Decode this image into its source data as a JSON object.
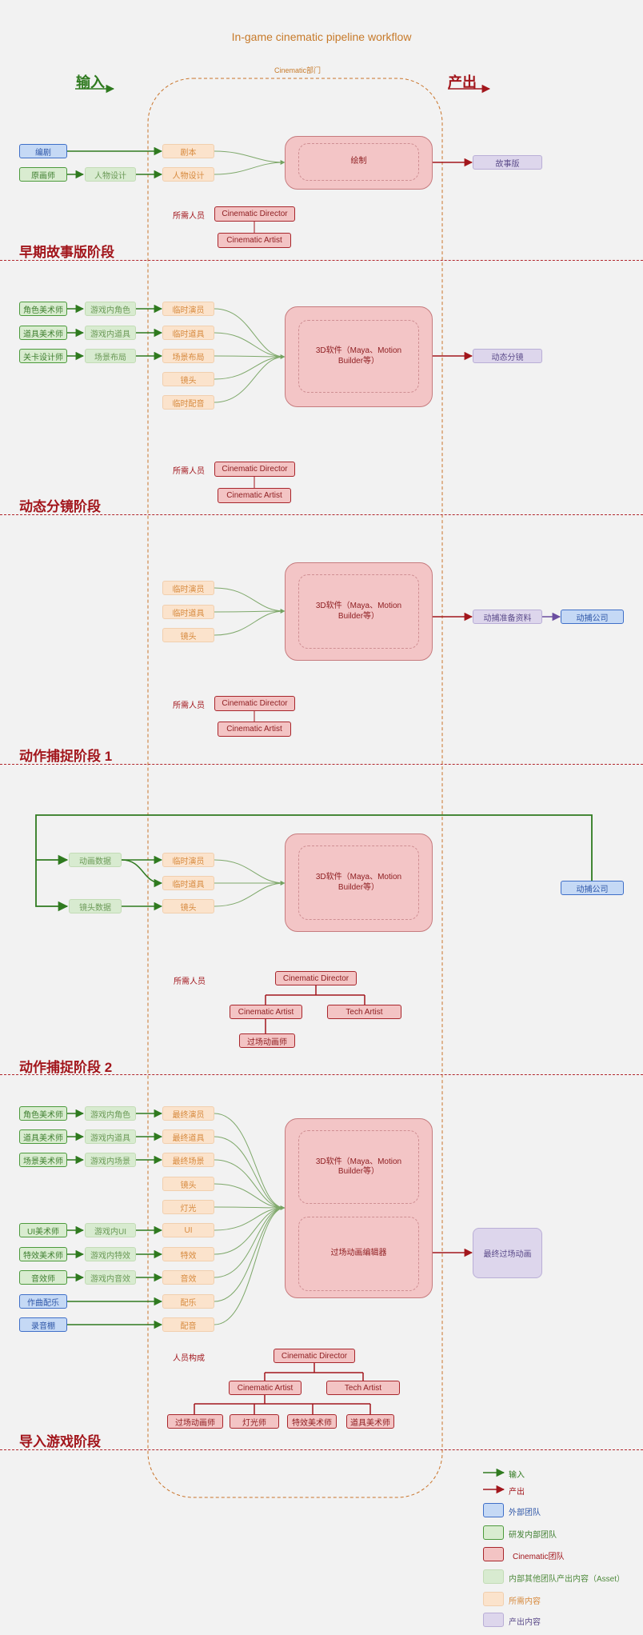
{
  "title": "In-game cinematic pipeline workflow",
  "header": {
    "input_label": "输入",
    "output_label": "产出",
    "dept_label": "Cinematic部门"
  },
  "s1": {
    "stage": "早期故事版阶段",
    "ext_writer": "编剧",
    "team_concept": "原画师",
    "asset_char": "人物设计",
    "need_script": "剧本",
    "need_chardesign": "人物设计",
    "big_inner": "绘制",
    "output": "故事版",
    "req_label": "所需人员",
    "p1": "Cinematic Director",
    "p2": "Cinematic Artist"
  },
  "s2": {
    "stage": "动态分镜阶段",
    "t1": "角色美术师",
    "t2": "道具美术师",
    "t3": "关卡设计师",
    "a1": "游戏内角色",
    "a2": "游戏内道具",
    "a3": "场景布局",
    "n1": "临时演员",
    "n2": "临时道具",
    "n3": "场景布局",
    "n4": "镜头",
    "n5": "临时配音",
    "big_inner": "3D软件（Maya、Motion Builder等）",
    "output": "动态分镜",
    "req_label": "所需人员",
    "p1": "Cinematic Director",
    "p2": "Cinematic Artist"
  },
  "s3": {
    "stage": "动作捕捉阶段 1",
    "n1": "临时演员",
    "n2": "临时道具",
    "n3": "镜头",
    "big_inner": "3D软件（Maya、Motion Builder等）",
    "output": "动捕准备资料",
    "ext": "动捕公司",
    "req_label": "所需人员",
    "p1": "Cinematic Director",
    "p2": "Cinematic Artist"
  },
  "s4": {
    "stage": "动作捕捉阶段 2",
    "a1": "动画数据",
    "a2": "镜头数据",
    "n1": "临时演员",
    "n2": "临时道具",
    "n3": "镜头",
    "big_inner": "3D软件（Maya、Motion Builder等）",
    "ext": "动捕公司",
    "req_label": "所需人员",
    "p1": "Cinematic Director",
    "p2": "Cinematic Artist",
    "p3": "Tech Artist",
    "p4": "过场动画师"
  },
  "s5": {
    "stage": "导入游戏阶段",
    "t1": "角色美术师",
    "t2": "道具美术师",
    "t3": "场景美术师",
    "t4": "UI美术师",
    "t5": "特效美术师",
    "t6": "音效师",
    "e1": "作曲配乐",
    "e2": "录音棚",
    "a1": "游戏内角色",
    "a2": "游戏内道具",
    "a3": "游戏内场景",
    "a4": "游戏内UI",
    "a5": "游戏内特效",
    "a6": "游戏内音效",
    "n1": "最终演员",
    "n2": "最终道具",
    "n3": "最终场景",
    "n4": "镜头",
    "n5": "灯光",
    "n6": "UI",
    "n7": "特效",
    "n8": "音效",
    "n9": "配乐",
    "n10": "配音",
    "big_inner1": "3D软件（Maya、Motion Builder等）",
    "big_inner2": "过场动画编辑器",
    "output": "最终过场动画",
    "req_label": "人员构成",
    "p1": "Cinematic Director",
    "p2": "Cinematic Artist",
    "p3": "Tech Artist",
    "p4": "过场动画师",
    "p5": "灯光师",
    "p6": "特效美术师",
    "p7": "道具美术师"
  },
  "legend": {
    "input": "输入",
    "output": "产出",
    "external": "外部团队",
    "internal": "研发内部团队",
    "cinematic": "Cinematic团队",
    "asset": "内部其他团队产出内容（Asset）",
    "need": "所需内容",
    "product": "产出内容"
  },
  "colors": {
    "external": "#c5d9f5",
    "internal": "#d9ecd0",
    "cinematic": "#f3c4c4",
    "asset": "#d8ebd0",
    "need": "#fbe3cc",
    "product": "#ddd6ec",
    "input_arrow": "#2f7a1f",
    "output_arrow": "#a2161c"
  }
}
